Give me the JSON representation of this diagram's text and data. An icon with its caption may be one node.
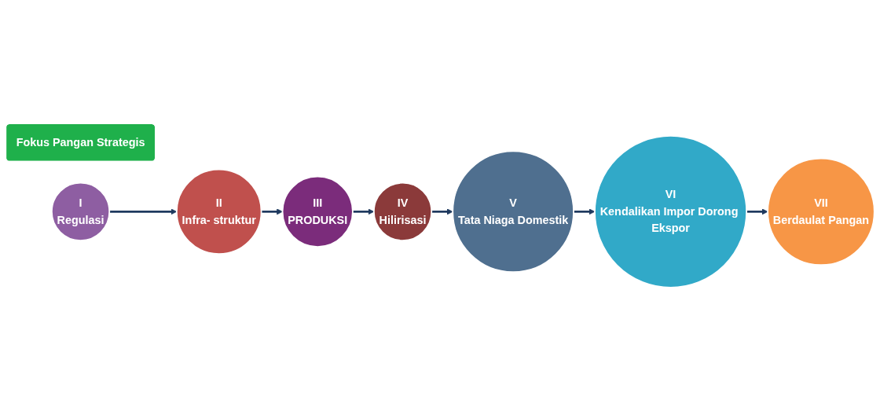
{
  "diagram": {
    "nodes": [
      {
        "text": [
          "Fokus Pangan Strategis"
        ]
      },
      {
        "text": [
          "I",
          "Regulasi"
        ]
      },
      {
        "text": [
          "II",
          "Infra- struktur"
        ]
      },
      {
        "text": [
          "III",
          "PRODUKSI"
        ]
      },
      {
        "text": [
          "IV",
          "Hilirisasi"
        ]
      },
      {
        "text": [
          "V",
          "Tata Niaga Domestik"
        ]
      },
      {
        "text": [
          "VI",
          "Kendalikan Impor Dorong Ekspor"
        ]
      },
      {
        "text": [
          "VII",
          "Berdaulat Pangan"
        ]
      }
    ],
    "edges": [
      {
        "from": 1,
        "to": 2,
        "arrow": "to"
      },
      {
        "from": 2,
        "to": 3,
        "arrow": "to"
      },
      {
        "from": 3,
        "to": 4,
        "arrow": "to"
      },
      {
        "from": 4,
        "to": 5,
        "arrow": "to"
      },
      {
        "from": 5,
        "to": 6,
        "arrow": "to"
      },
      {
        "from": 6,
        "to": 7,
        "arrow": "to"
      }
    ]
  }
}
